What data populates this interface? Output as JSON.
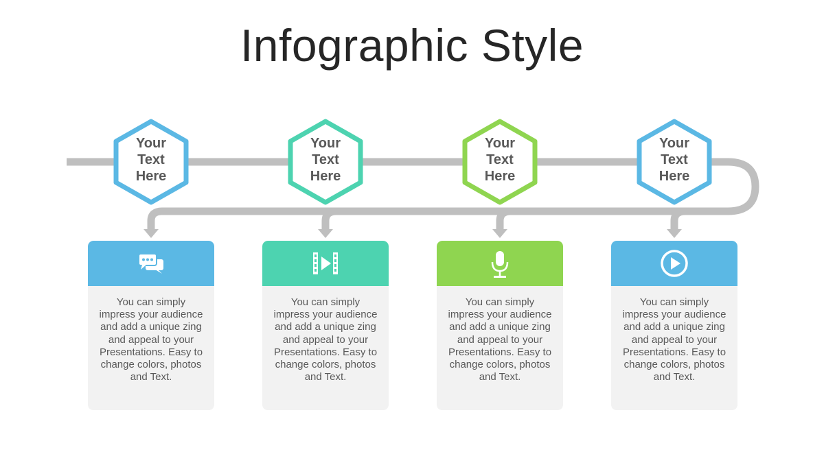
{
  "title": "Infographic Style",
  "colors": {
    "line": "#bfbfbf",
    "blue": "#5bb8e4",
    "teal": "#4dd3b0",
    "green": "#8fd550",
    "card_bg": "#f2f2f2",
    "text": "#595959"
  },
  "steps": [
    {
      "label": "Your\nText\nHere",
      "color": "#5bb8e4",
      "icon": "chat-bubbles-icon",
      "body": "You can simply impress your audience and add a unique zing and appeal to your Presentations. Easy to change colors, photos and Text."
    },
    {
      "label": "Your\nText\nHere",
      "color": "#4dd3b0",
      "icon": "film-play-icon",
      "body": "You can simply impress your audience and add a unique zing and appeal to your Presentations. Easy to change colors, photos and Text."
    },
    {
      "label": "Your\nText\nHere",
      "color": "#8fd550",
      "icon": "microphone-icon",
      "body": "You can simply impress your audience and add a unique zing and appeal to your Presentations. Easy to change colors, photos and Text."
    },
    {
      "label": "Your\nText\nHere",
      "color": "#5bb8e4",
      "icon": "play-circle-icon",
      "body": "You can simply impress your audience and add a unique zing and appeal to your Presentations. Easy to change colors, photos and Text."
    }
  ]
}
